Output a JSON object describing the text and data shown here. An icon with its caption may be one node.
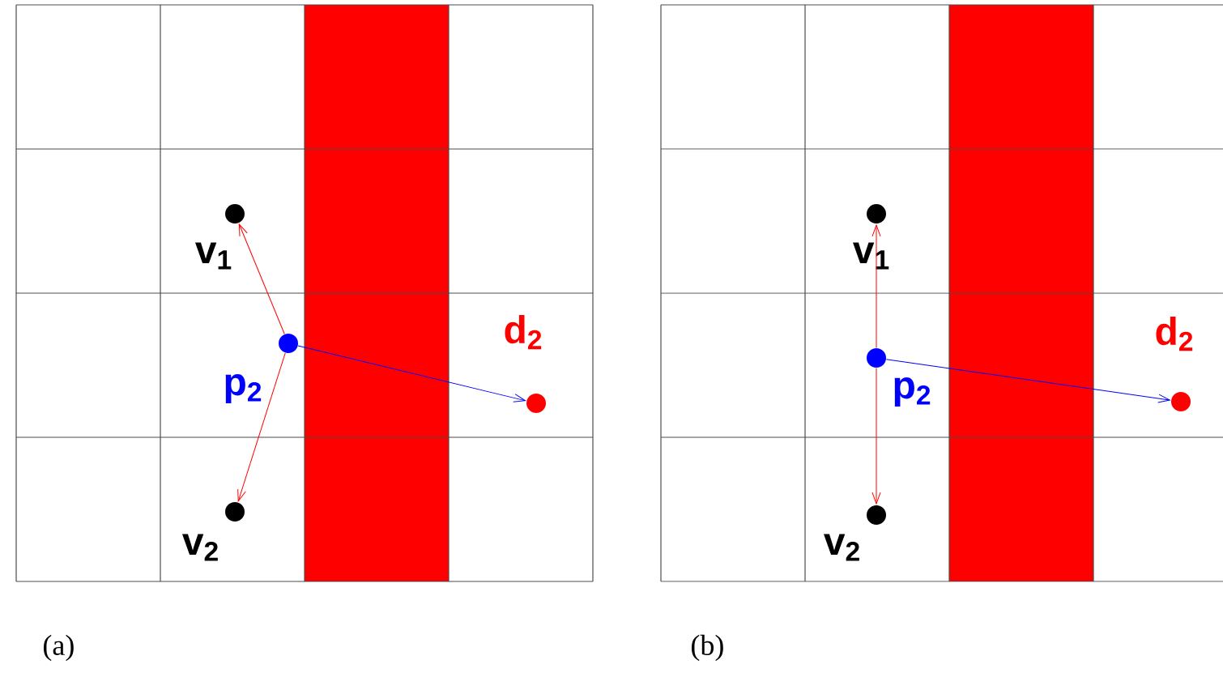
{
  "diagram": {
    "nodes": [
      {
        "text": [],
        "shape": "circle",
        "beside": [
          "v$_{1}$"
        ]
      },
      {
        "text": [],
        "shape": "circle",
        "beside": [
          "p$_{2}$"
        ]
      },
      {
        "text": [],
        "shape": "circle",
        "beside": [
          "d$_{2}$"
        ]
      },
      {
        "text": [],
        "shape": "circle",
        "beside": [
          "v$_{2}$"
        ]
      },
      {
        "text": [],
        "shape": "circle",
        "beside": [
          "v$_{1}$"
        ]
      },
      {
        "text": [],
        "shape": "circle",
        "beside": [
          "p$_{2}$"
        ]
      },
      {
        "text": [],
        "shape": "circle",
        "beside": [
          "d$_{2}$"
        ]
      },
      {
        "text": [],
        "shape": "circle",
        "beside": [
          "v$_{2}$"
        ]
      }
    ],
    "edges": [
      {
        "from": 1,
        "to": 0,
        "arrow": "to"
      },
      {
        "from": 1,
        "to": 3,
        "arrow": "to"
      },
      {
        "from": 1,
        "to": 2,
        "arrow": "to",
        "color": "#0000ff"
      },
      {
        "from": 5,
        "to": 4,
        "arrow": "to"
      },
      {
        "from": 5,
        "to": 7,
        "arrow": "to"
      },
      {
        "from": 5,
        "to": 6,
        "arrow": "to",
        "color": "#0000ff"
      }
    ],
    "labels": [
      "(a)",
      "(b)"
    ]
  }
}
